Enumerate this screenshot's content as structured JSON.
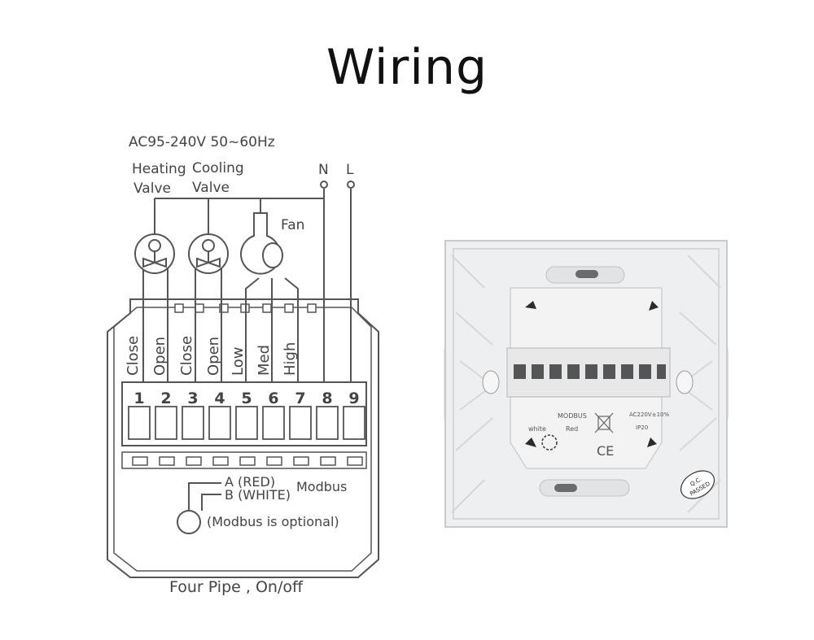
{
  "title": "Wiring",
  "diagram": {
    "supply": "AC95-240V  50~60Hz",
    "heating_valve": [
      "Heating",
      "Valve"
    ],
    "cooling_valve": [
      "Cooling",
      "Valve"
    ],
    "neutral": "N",
    "live": "L",
    "fan": "Fan",
    "terminal_labels": [
      "Close",
      "Open",
      "Close",
      "Open",
      "Low",
      "Med",
      "High"
    ],
    "terminal_numbers": [
      "1",
      "2",
      "3",
      "4",
      "5",
      "6",
      "7",
      "8",
      "9"
    ],
    "modbus_a": "A (RED)",
    "modbus_b": "B (WHITE)",
    "modbus": "Modbus",
    "modbus_optional": "(Modbus is optional)",
    "caption": "Four Pipe , On/off"
  },
  "photo": {
    "modbus": "MODBUS",
    "modbus_white": "white",
    "modbus_red": "Red",
    "rating": "AC220V±10%",
    "ip": "IP20",
    "ce": "CE",
    "qc": [
      "Q.C.",
      "PASSED"
    ]
  }
}
